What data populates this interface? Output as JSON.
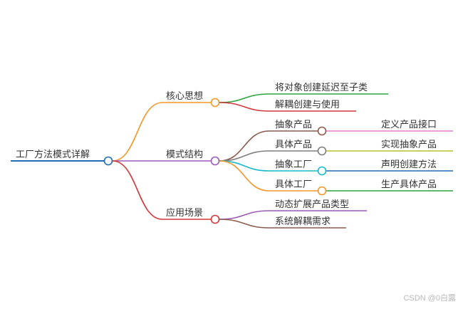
{
  "mindmap": {
    "root": {
      "label": "工厂方法模式详解",
      "color": "#1f6fb2"
    },
    "branches": [
      {
        "label": "核心思想",
        "color": "#f5972a",
        "children": [
          {
            "label": "将对象创建延迟至子类",
            "color": "#2aa33a"
          },
          {
            "label": "解耦创建与使用",
            "color": "#d2363a"
          }
        ]
      },
      {
        "label": "模式结构",
        "color": "#9b59b6",
        "children": [
          {
            "label": "抽象产品",
            "color": "#8c5a4d",
            "leaf": {
              "label": "定义产品接口",
              "color": "#e77fc9"
            }
          },
          {
            "label": "具体产品",
            "color": "#7f7f7f",
            "leaf": {
              "label": "实现抽象产品",
              "color": "#b5be2a"
            }
          },
          {
            "label": "抽象工厂",
            "color": "#1bb8cf",
            "leaf": {
              "label": "声明创建方法",
              "color": "#1f6fb2"
            }
          },
          {
            "label": "具体工厂",
            "color": "#f5972a",
            "leaf": {
              "label": "生产具体产品",
              "color": "#2aa33a"
            }
          }
        ]
      },
      {
        "label": "应用场景",
        "color": "#d2363a",
        "children": [
          {
            "label": "动态扩展产品类型",
            "color": "#9b59b6"
          },
          {
            "label": "系统解耦需求",
            "color": "#8c5a4d"
          }
        ]
      }
    ]
  },
  "watermark": "CSDN @0白露"
}
